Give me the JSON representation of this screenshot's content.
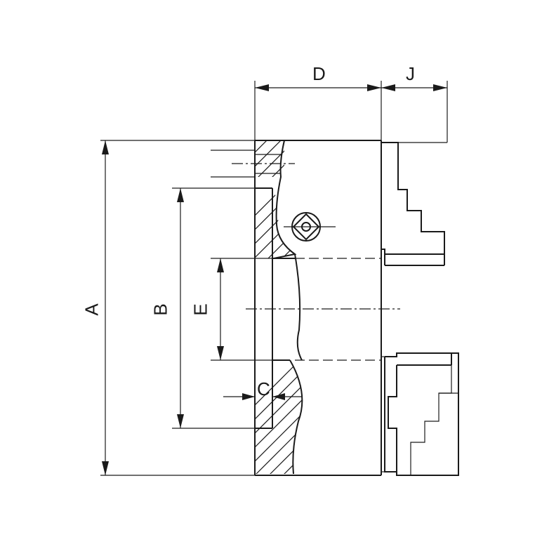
{
  "dimension_labels": {
    "a": "A",
    "b": "B",
    "c": "C",
    "d": "D",
    "e": "E",
    "j": "J"
  }
}
